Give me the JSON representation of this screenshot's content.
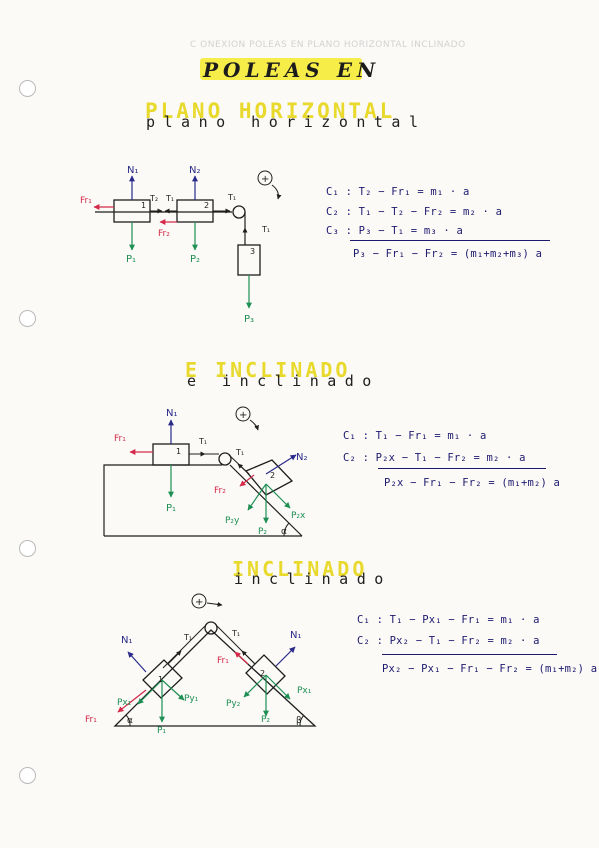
{
  "bleed_through": "C ONEXION  POLEAS EN PLANO HORIZONTAL INCLINADO",
  "sections": {
    "title1_line1": "POLEAS EN",
    "title1_line2": "PLANO HORIZONTAL",
    "title1_spaced": "plano horizontal",
    "title2": "E INCLINADO",
    "title2_spaced": "e inclinado",
    "title3": "INCLINADO",
    "title3_spaced": "inclinado"
  },
  "diagram1": {
    "labels": {
      "N1": "N₁",
      "N2": "N₂",
      "P1": "P₁",
      "P2": "P₂",
      "P3": "P₃",
      "Fr1": "Fr₁",
      "Fr2": "Fr₂",
      "T1": "T₁",
      "T2": "T₂",
      "Ta": "T₁",
      "block1": "1",
      "block2": "2",
      "block3": "3",
      "sign": "+"
    },
    "equations": [
      {
        "label": "C₁ :",
        "expr": "T₂ − Fr₁ = m₁ · a"
      },
      {
        "label": "C₂ :",
        "expr": "T₁ − T₂ − Fr₂ = m₂ · a"
      },
      {
        "label": "C₃ :",
        "expr": "P₃ − T₁ = m₃ · a"
      }
    ],
    "result": "P₃ − Fr₁ − Fr₂ = (m₁+m₂+m₃) a"
  },
  "diagram2": {
    "labels": {
      "N1": "N₁",
      "N2": "N₂",
      "P1": "P₁",
      "P2": "P₂",
      "Fr1": "Fr₁",
      "Fr2": "Fr₂",
      "T1": "T₁",
      "T2": "T₁",
      "P2x": "P₂x",
      "P2y": "P₂y",
      "alpha": "α",
      "block1": "1",
      "block2": "2",
      "sign": "+"
    },
    "equations": [
      {
        "label": "C₁ :",
        "expr": "T₁ − Fr₁ = m₁ · a"
      },
      {
        "label": "C₂ :",
        "expr": "P₂x − T₁ − Fr₂ = m₂ · a"
      }
    ],
    "result": "P₂x − Fr₁ − Fr₂ = (m₁+m₂) a"
  },
  "diagram3": {
    "labels": {
      "N1": "N₁",
      "N2": "N₁",
      "P1": "P₁",
      "P2": "P₂",
      "Fr1": "Fr₁",
      "Fr2": "Fr₁",
      "T1": "T₁",
      "T2": "T₁",
      "Px1": "Px₁",
      "Py1": "Py₁",
      "Px2": "Px₁",
      "Py2": "Py₂",
      "alpha": "α",
      "beta": "β",
      "block1": "1",
      "block2": "2",
      "sign": "+"
    },
    "equations": [
      {
        "label": "C₁ :",
        "expr": "T₁ − Px₁ − Fr₁ = m₁ · a"
      },
      {
        "label": "C₂ :",
        "expr": "Px₂ − T₁ − Fr₂ = m₂ · a"
      }
    ],
    "result": "Px₂ − Px₁ − Fr₁ − Fr₂ = (m₁+m₂) a"
  },
  "colors": {
    "ink": "#1e1e1e",
    "blue": "#2a2a8a",
    "red": "#d42a4a",
    "green": "#1f8f54",
    "highlighter": "#f6ec3a"
  }
}
